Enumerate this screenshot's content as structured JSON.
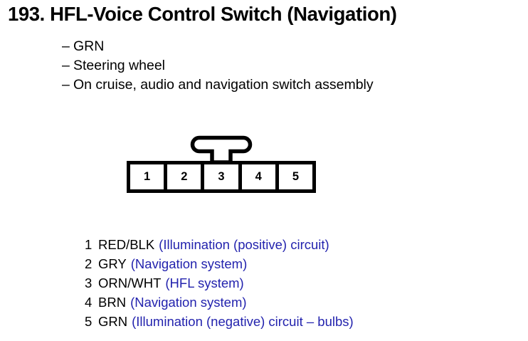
{
  "document": {
    "title": "193. HFL-Voice Control Switch (Navigation)",
    "bullets": [
      {
        "dash": "–",
        "text": "GRN"
      },
      {
        "dash": "–",
        "text": "Steering wheel"
      },
      {
        "dash": "–",
        "text": "On cruise, audio and navigation switch assembly"
      }
    ]
  },
  "connector": {
    "pins": [
      {
        "number": "1"
      },
      {
        "number": "2"
      },
      {
        "number": "3"
      },
      {
        "number": "4"
      },
      {
        "number": "5"
      }
    ]
  },
  "legend": {
    "rows": [
      {
        "number": "1",
        "wire": "RED/BLK",
        "description": "(Illumination (positive) circuit)"
      },
      {
        "number": "2",
        "wire": "GRY",
        "description": "(Navigation system)"
      },
      {
        "number": "3",
        "wire": "ORN/WHT",
        "description": "(HFL system)"
      },
      {
        "number": "4",
        "wire": "BRN",
        "description": "(Navigation system)"
      },
      {
        "number": "5",
        "wire": "GRN",
        "description": "(Illumination (negative) circuit – bulbs)"
      }
    ]
  },
  "colors": {
    "text": "#000000",
    "description": "#2323ae",
    "background": "#ffffff",
    "outline": "#000000"
  }
}
